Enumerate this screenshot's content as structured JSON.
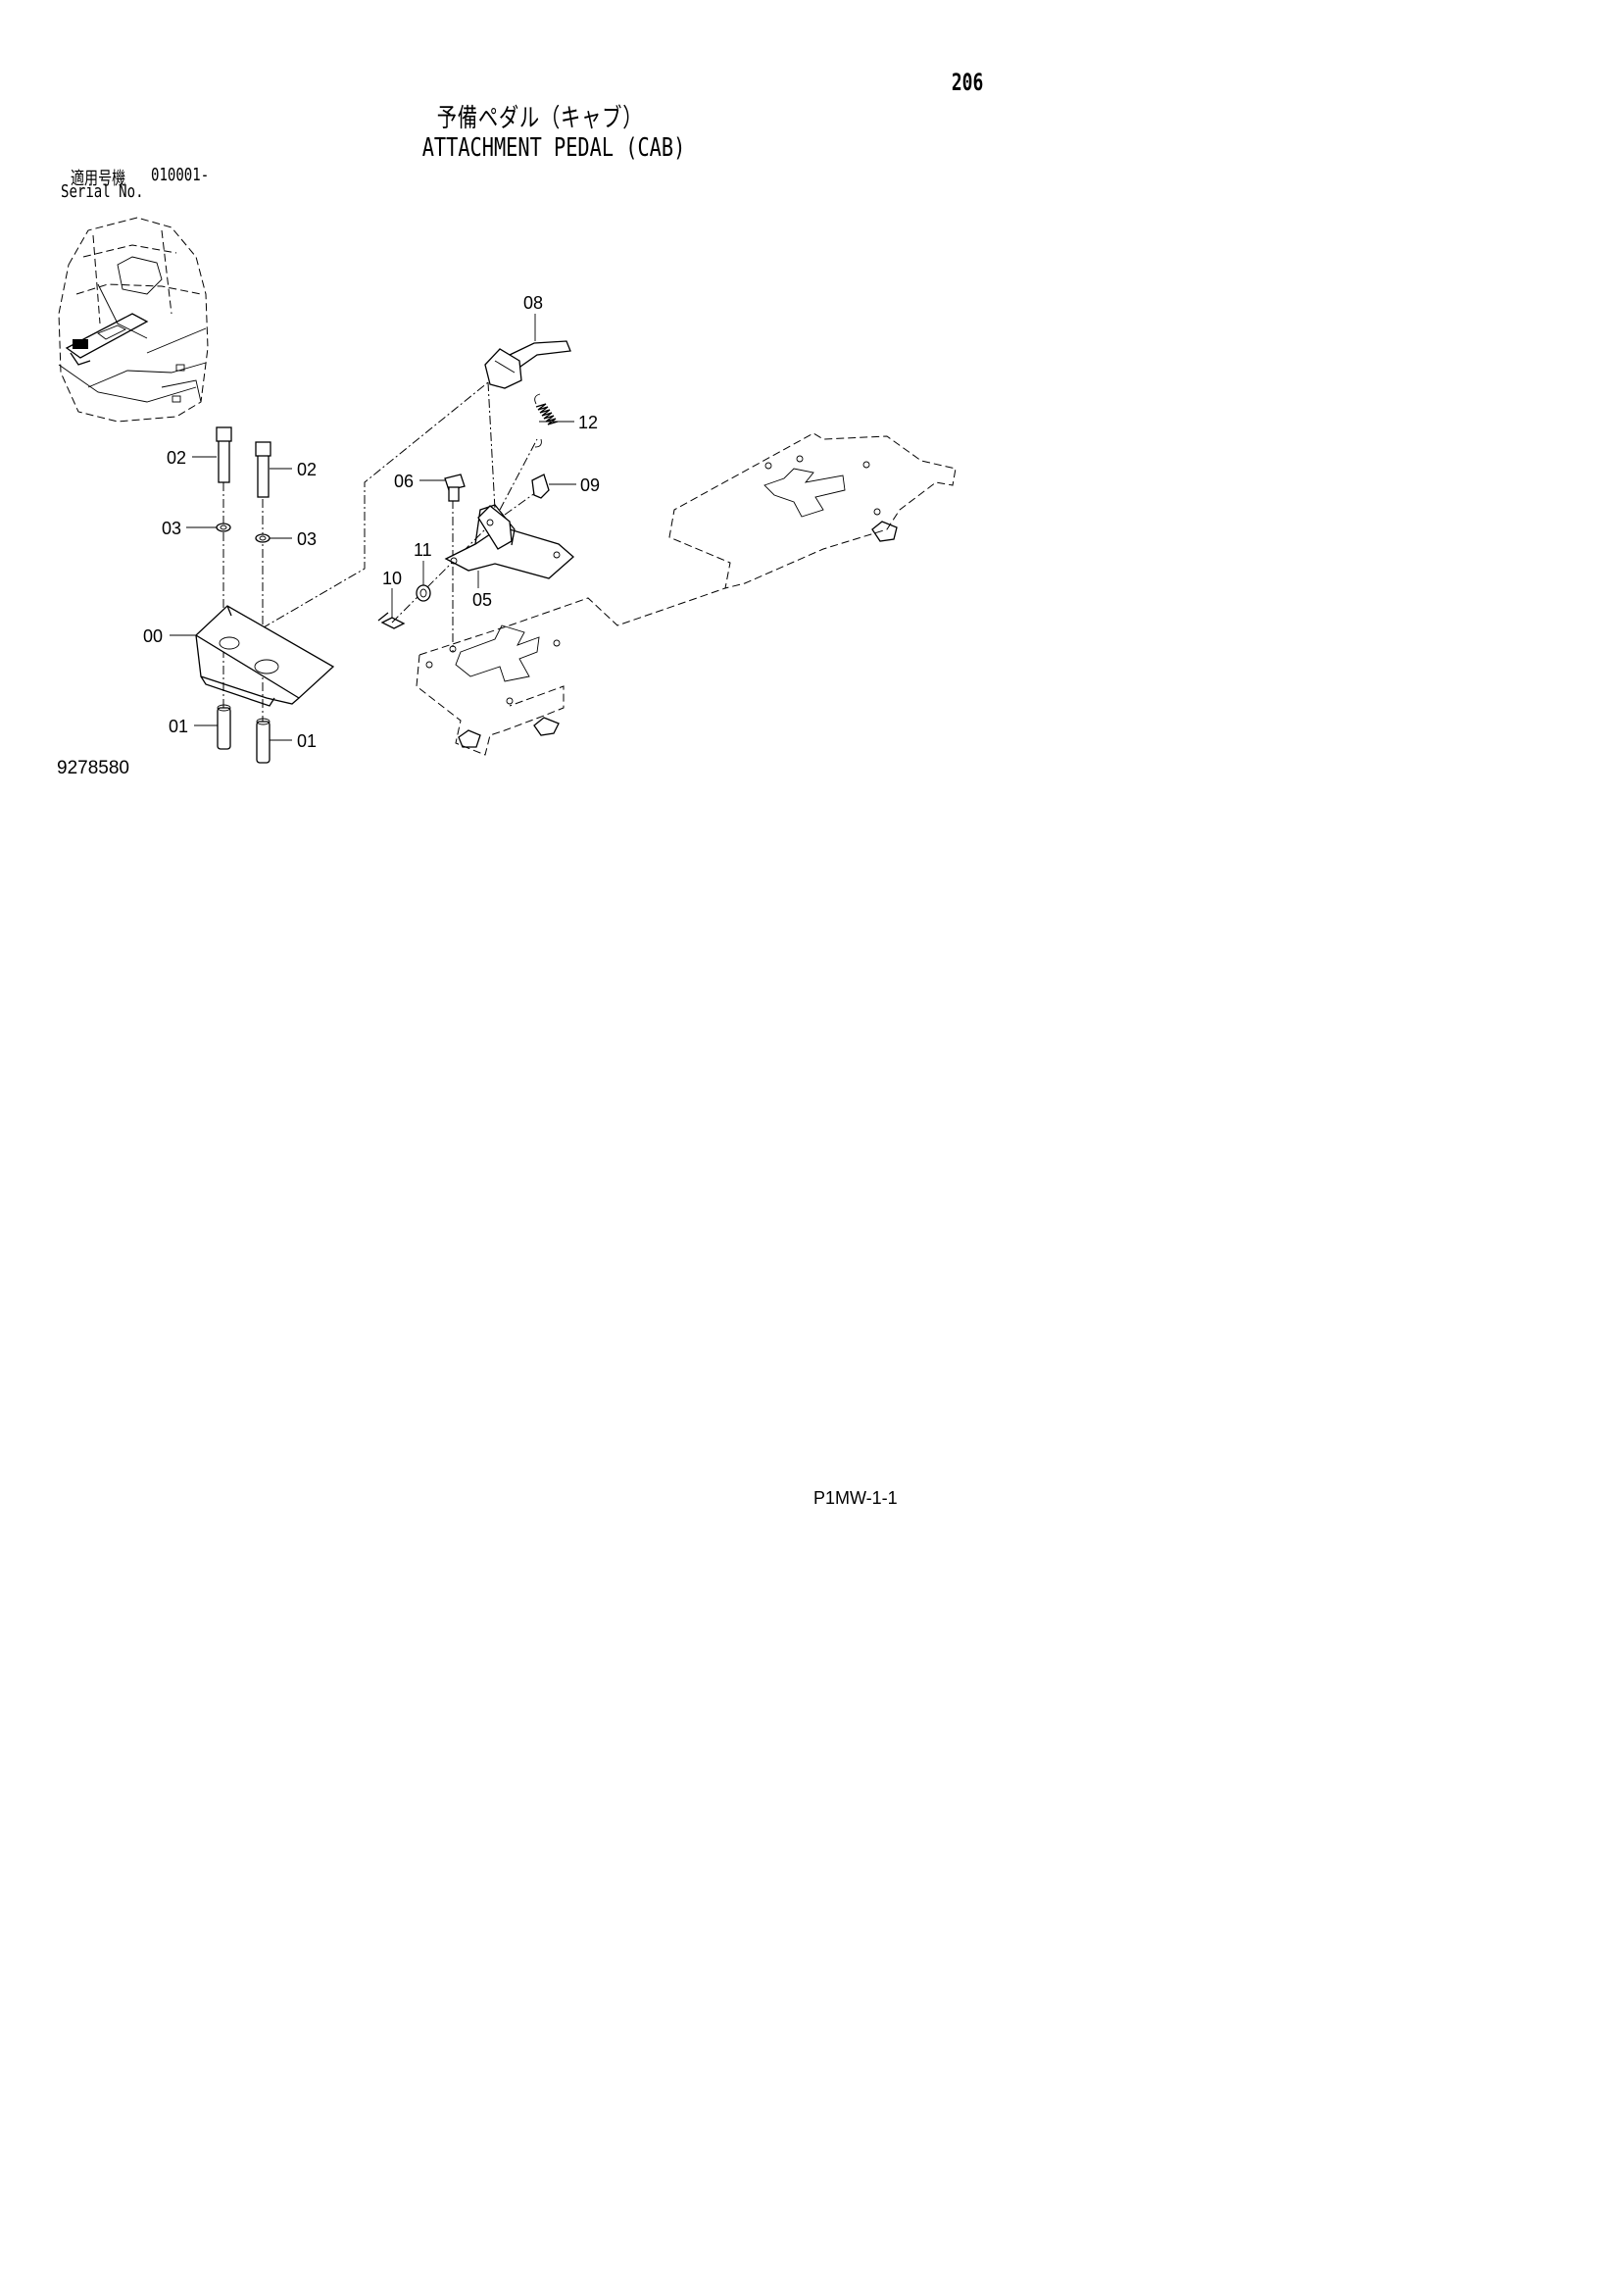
{
  "header": {
    "page_number": "206",
    "title_jp": "予備ペダル（キャブ）",
    "title_en": "ATTACHMENT PEDAL (CAB)"
  },
  "serial": {
    "label_jp": "適用号機",
    "range": "010001-",
    "label_en": "Serial No."
  },
  "diagram": {
    "drawing_number": "9278580",
    "callouts": [
      "00",
      "01",
      "01",
      "02",
      "02",
      "03",
      "03",
      "05",
      "06",
      "08",
      "09",
      "10",
      "11",
      "12"
    ]
  },
  "footer": {
    "page_code": "P1MW-1-1"
  }
}
